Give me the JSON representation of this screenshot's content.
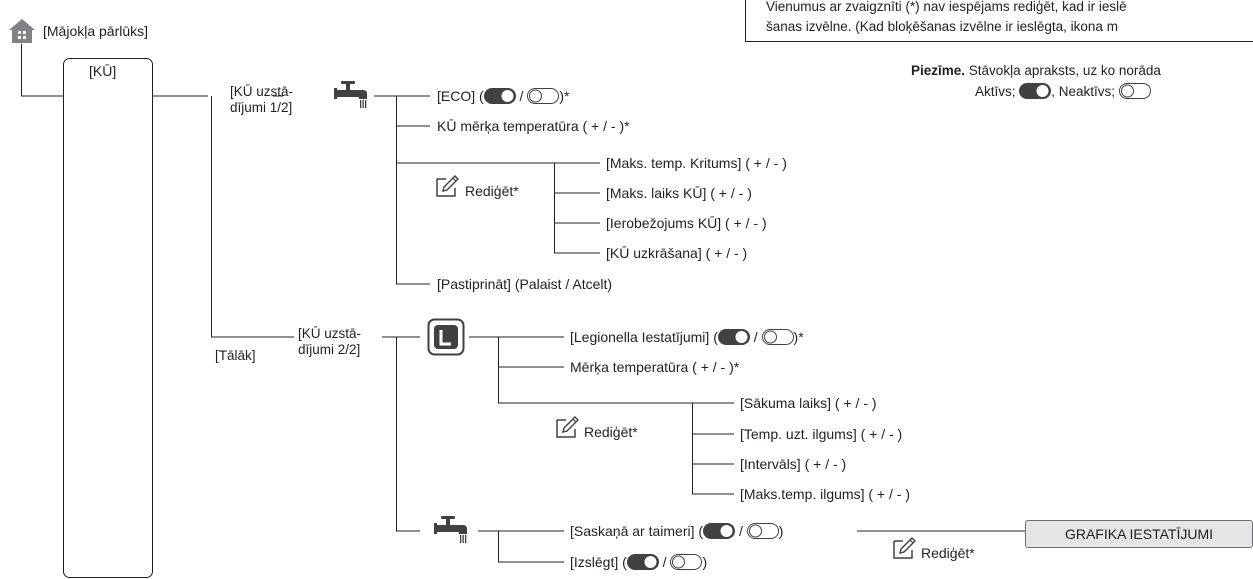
{
  "home": {
    "label": "[Mājokļa pārlūks]"
  },
  "dhw_box": {
    "label": "[KŪ]"
  },
  "note_box": {
    "line1": "Vienumus ar zvaigznīti (*) nav iespējams rediģēt, kad ir ieslē",
    "line2": "šanas izvēlne. (Kad bloķēšanas izvēlne ir ieslēgta, ikona m"
  },
  "status_note": {
    "label": "Piezīme.",
    "text": "Stāvokļa apraksts, uz ko norāda",
    "active": "Aktīvs;",
    "inactive": ", Neaktīvs;"
  },
  "settings1": {
    "line1": "[KŪ uzstā-",
    "line2": "dījumi 1/2]",
    "eco": {
      "open": "[ECO] (",
      "sep": " / ",
      "close": ")*"
    },
    "target_temp": "KŪ mērķa temperatūra ( + / - )*",
    "edit": "Rediģēt*",
    "edit_items": [
      "[Maks. temp. Kritums] ( + / - )",
      "[Maks. laiks KŪ] ( + / - )",
      "[Ierobežojums KŪ] ( + / - )",
      "[KŪ uzkrāšana] ( + / - )"
    ],
    "boost": "[Pastiprināt] (Palaist / Atcelt)"
  },
  "next": {
    "label": "[Tālāk]"
  },
  "settings2": {
    "line1": "[KŪ uzstā-",
    "line2": "dījumi 2/2]",
    "legionella": {
      "open": "[Legionella Iestatījumi] (",
      "sep": " / ",
      "close": ")*"
    },
    "target_temp": "Mērķa temperatūra ( + / - )*",
    "edit": "Rediģēt*",
    "edit_items": [
      "[Sākuma laiks] ( + / - )",
      "[Temp. uzt. ilgums] ( + / - )",
      "[Intervāls] ( + / - )",
      "[Maks.temp. ilgums] ( + / - )"
    ],
    "timer": {
      "open": "[Saskaņā ar taimeri] (",
      "sep": " / ",
      "close": ")"
    },
    "timer_edit": "Rediģēt*",
    "schedule_button": "GRAFIKA IESTATĪJUMI",
    "off": {
      "open": "[Izslēgt] (",
      "sep": " / ",
      "close": ")"
    }
  },
  "icons": {
    "home": "house-icon",
    "tap": "water-tap-icon",
    "legionella": "legionella-L-icon",
    "edit": "edit-pencil-icon",
    "toggle_on": "toggle-on-icon",
    "toggle_off": "toggle-off-icon"
  },
  "colors": {
    "line": "#231f20",
    "icon_dark": "#414042",
    "button_fill": "#e4e5e6",
    "home_icon": "#808285"
  }
}
